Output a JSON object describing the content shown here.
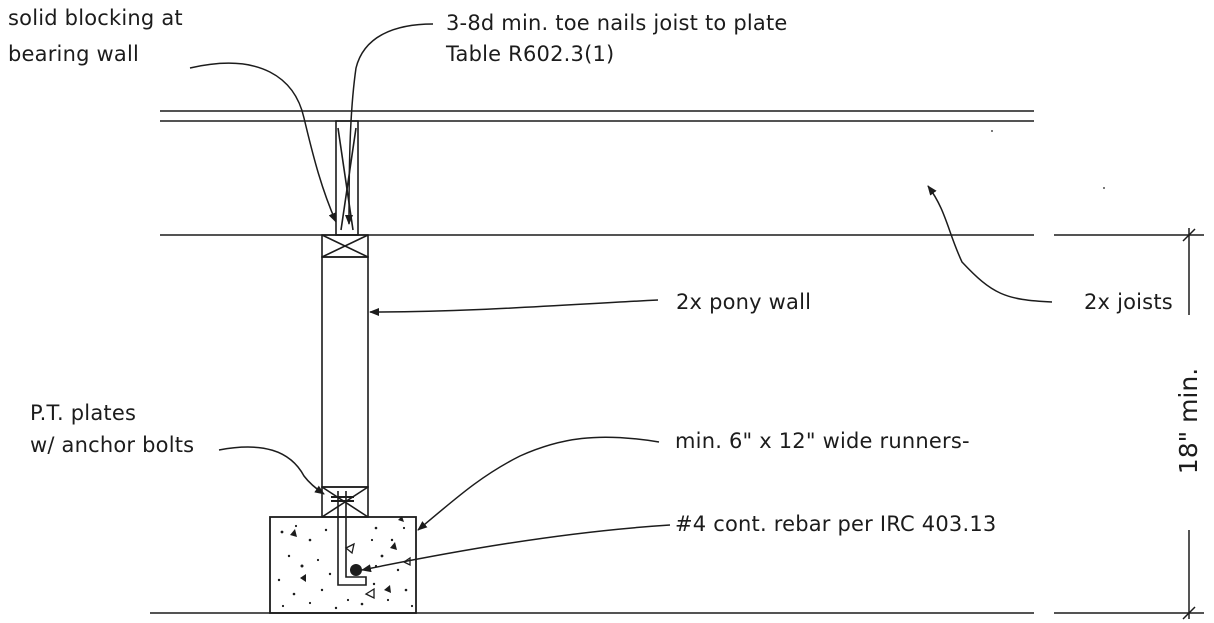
{
  "labels": {
    "solid_blocking": [
      "solid blocking at",
      "bearing wall"
    ],
    "toe_nails": [
      "3-8d min. toe nails joist to plate",
      "Table R602.3(1)"
    ],
    "pony_wall": "2x pony wall",
    "joists": "2x joists",
    "pt_plates": [
      "P.T. plates",
      "w/ anchor bolts"
    ],
    "runners": "min. 6\" x 12\" wide runners-",
    "rebar": "#4 cont. rebar per IRC 403.13",
    "dimension": "18\" min."
  },
  "colors": {
    "ink": "#1c1c1c",
    "background": "#ffffff"
  }
}
